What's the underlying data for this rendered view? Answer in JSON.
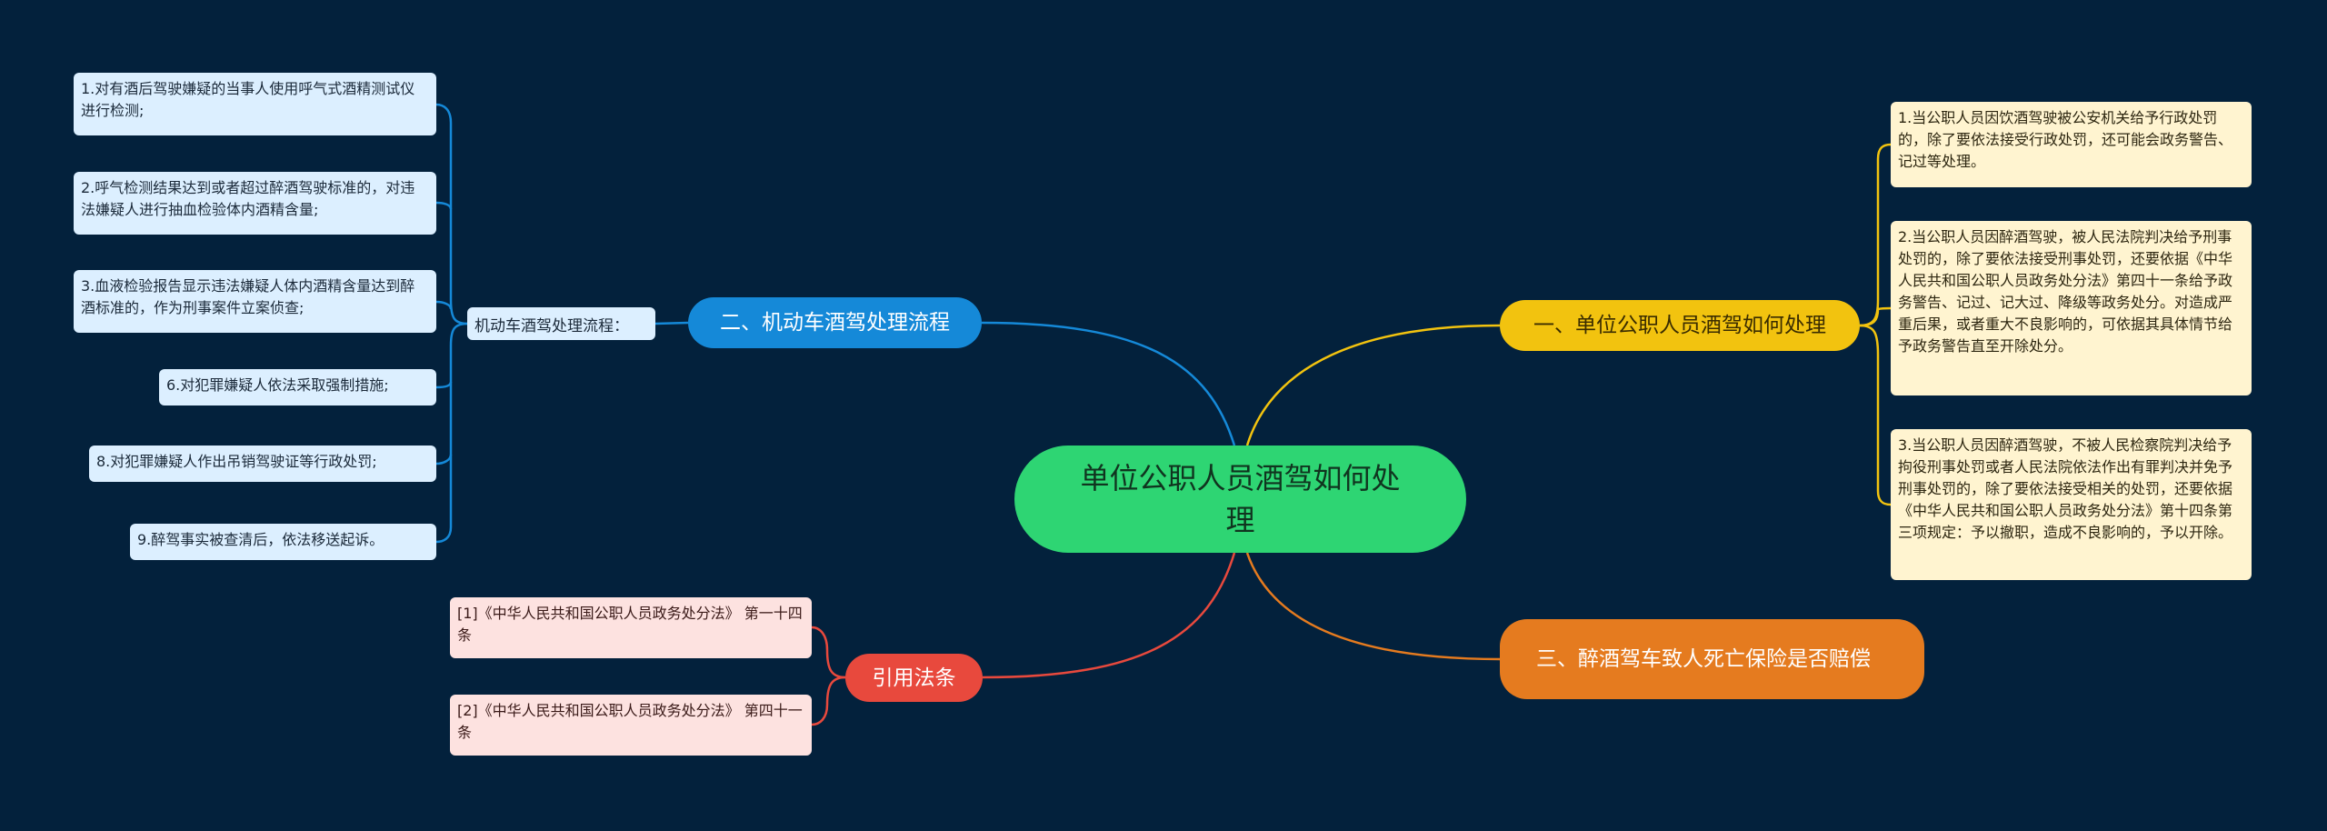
{
  "center": {
    "title": "单位公职人员酒驾如何处理"
  },
  "branches": {
    "right_1": {
      "label": "一、单位公职人员酒驾如何处理",
      "color": "#f2c30f"
    },
    "left_2": {
      "label": "二、机动车酒驾处理流程",
      "color": "#1589d8"
    },
    "right_3": {
      "label": "三、醉酒驾车致人死亡保险是否赔偿",
      "color": "#e57b1f"
    },
    "left_law": {
      "label": "引用法条",
      "color": "#e8493d"
    }
  },
  "process": {
    "mid_label": "机动车酒驾处理流程：",
    "steps": [
      "1.对有酒后驾驶嫌疑的当事人使用呼气式酒精测试仪进行检测;",
      "2.呼气检测结果达到或者超过醉酒驾驶标准的，对违法嫌疑人进行抽血检验体内酒精含量;",
      "3.血液检验报告显示违法嫌疑人体内酒精含量达到醉酒标准的，作为刑事案件立案侦查;",
      "6.对犯罪嫌疑人依法采取强制措施;",
      "8.对犯罪嫌疑人作出吊销驾驶证等行政处罚;",
      "9.醉驾事实被查清后，依法移送起诉。"
    ]
  },
  "handling": {
    "items": [
      "1.当公职人员因饮酒驾驶被公安机关给予行政处罚的，除了要依法接受行政处罚，还可能会政务警告、记过等处理。",
      "2.当公职人员因醉酒驾驶，被人民法院判决给予刑事处罚的，除了要依法接受刑事处罚，还要依据《中华人民共和国公职人员政务处分法》第四十一条给予政务警告、记过、记大过、降级等政务处分。对造成严重后果，或者重大不良影响的，可依据其具体情节给予政务警告直至开除处分。",
      "3.当公职人员因醉酒驾驶，不被人民检察院判决给予拘役刑事处罚或者人民法院依法作出有罪判决并免予刑事处罚的，除了要依法接受相关的处罚，还要依据《中华人民共和国公职人员政务处分法》第十四条第三项规定：予以撤职，造成不良影响的，予以开除。"
    ]
  },
  "laws": {
    "items": [
      "[1]《中华人民共和国公职人员政务处分法》 第一十四条",
      "[2]《中华人民共和国公职人员政务处分法》 第四十一条"
    ]
  },
  "colors": {
    "background": "#03213c",
    "center": "#2ed573",
    "leaf_blue": "#dcefff",
    "leaf_yellow": "#fff4d0",
    "leaf_red": "#fde2e0"
  }
}
